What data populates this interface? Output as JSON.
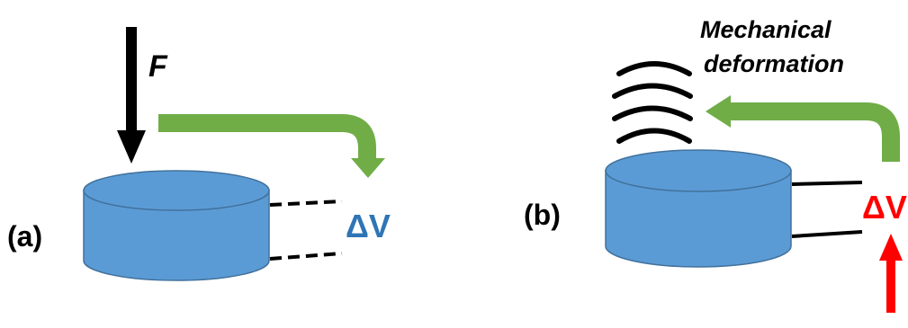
{
  "panel_a": {
    "label": "(a)",
    "force_label": "F",
    "voltage_label": "ΔV",
    "voltage_color": "#2E75B6"
  },
  "panel_b": {
    "label": "(b)",
    "caption_line1": "Mechanical",
    "caption_line2": "deformation",
    "voltage_label": "ΔV",
    "voltage_color": "#FF0000"
  },
  "colors": {
    "cylinder_fill": "#5B9BD5",
    "cylinder_stroke": "#41719C",
    "green_arrow": "#70AD47",
    "force_arrow": "#000000",
    "input_arrow": "#FF0000"
  }
}
